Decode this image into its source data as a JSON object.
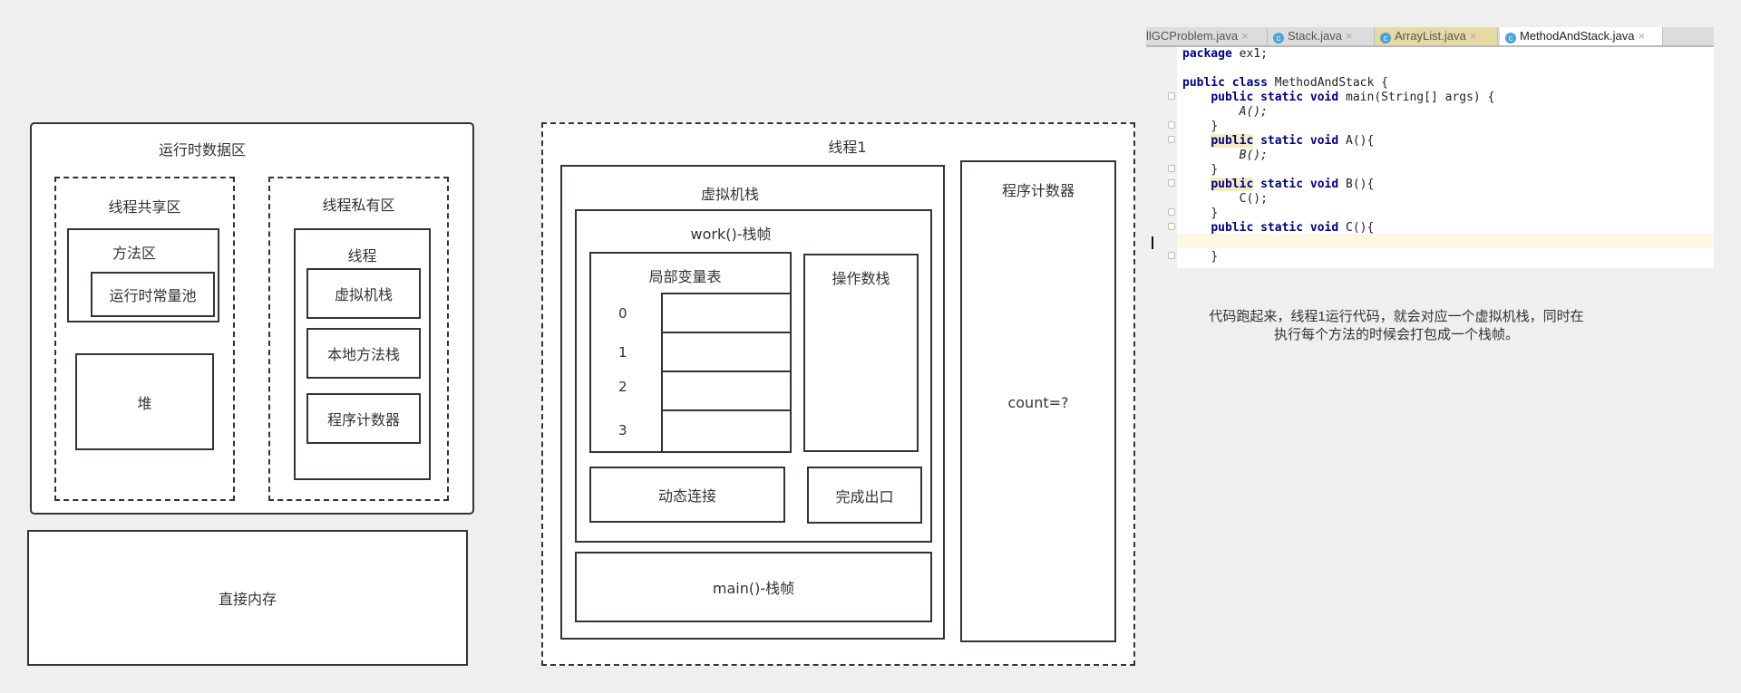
{
  "left_diagram": {
    "runtime_area": "运行时数据区",
    "shared": {
      "title": "线程共享区",
      "method_area": "方法区",
      "constant_pool": "运行时常量池",
      "heap": "堆"
    },
    "private": {
      "title": "线程私有区",
      "thread": "线程",
      "items": [
        "虚拟机栈",
        "本地方法栈",
        "程序计数器"
      ]
    },
    "direct_memory": "直接内存"
  },
  "thread_diagram": {
    "title": "线程1",
    "vm_stack": {
      "title": "虚拟机栈",
      "work_frame": {
        "title": "work()-栈帧",
        "locals_title": "局部变量表",
        "slots": [
          "0",
          "1",
          "2",
          "3"
        ],
        "operand_stack": "操作数栈",
        "dynamic_link": "动态连接",
        "return_address": "完成出口"
      },
      "main_frame": "main()-栈帧"
    },
    "pc": {
      "title": "程序计数器",
      "value": "count=?"
    }
  },
  "ide": {
    "tabs": [
      {
        "label": "llGCProblem.java",
        "icon": "class-icon",
        "active": false
      },
      {
        "label": "Stack.java",
        "icon": "class-icon",
        "active": false
      },
      {
        "label": "ArrayList.java",
        "icon": "library-class-icon",
        "active": false
      },
      {
        "label": "MethodAndStack.java",
        "icon": "class-icon",
        "active": true
      }
    ],
    "code": {
      "l1_kw": "package",
      "l1_rest": " ex1;",
      "l3_kw": "public class",
      "l3_rest": " MethodAndStack {",
      "l4_kw": "public static void",
      "l4_rest": " main(String[] args) {",
      "l5": "A();",
      "close": "}",
      "l7_kw1": "public",
      "l7_kw2": " static void",
      "l7_rest": " A(){",
      "l8": "B();",
      "l10_kw1": "public",
      "l10_kw2": " static void",
      "l10_rest": " B(){",
      "l11": "C();",
      "l13_kw": "public static void",
      "l13_rest": " C(){"
    }
  },
  "note": {
    "line1": "代码跑起来，线程1运行代码，就会对应一个虚拟机栈，同时在",
    "line2": "执行每个方法的时候会打包成一个栈帧。"
  }
}
